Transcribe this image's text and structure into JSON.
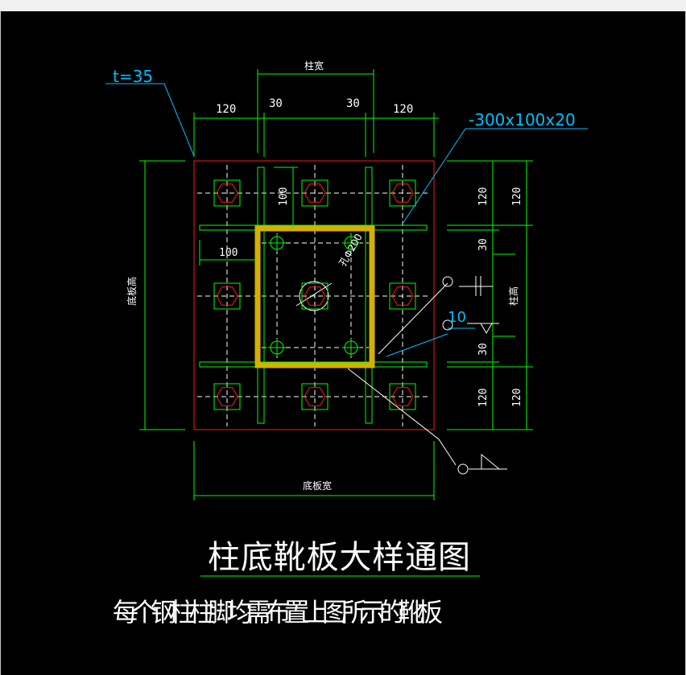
{
  "labels": {
    "plate_thickness": "t=35",
    "rib_spec": "-300x100x20",
    "column_width": "柱宽",
    "column_height": "柱高",
    "plate_height": "底板高",
    "plate_width": "底板宽",
    "hole": "孔Φ200",
    "weld_size": "10"
  },
  "dims": {
    "top_left": "120",
    "top_inner_left": "30",
    "top_inner_right": "30",
    "top_right": "120",
    "rib_h": "100",
    "rib_w": "100",
    "right_top_a": "120",
    "right_top_b": "120",
    "right_gap_top": "30",
    "right_gap_bottom": "30",
    "right_bot_a": "120",
    "right_bot_b": "120"
  },
  "title": "柱底靴板大样通图",
  "note": "每个钢柱柱脚均需布置上图所示的靴板",
  "colors": {
    "outline": "#ff1a1a",
    "dimension": "#00ff00",
    "leader": "#00c0ff",
    "centerline": "#ffffff",
    "hatch": "#d4b000"
  }
}
